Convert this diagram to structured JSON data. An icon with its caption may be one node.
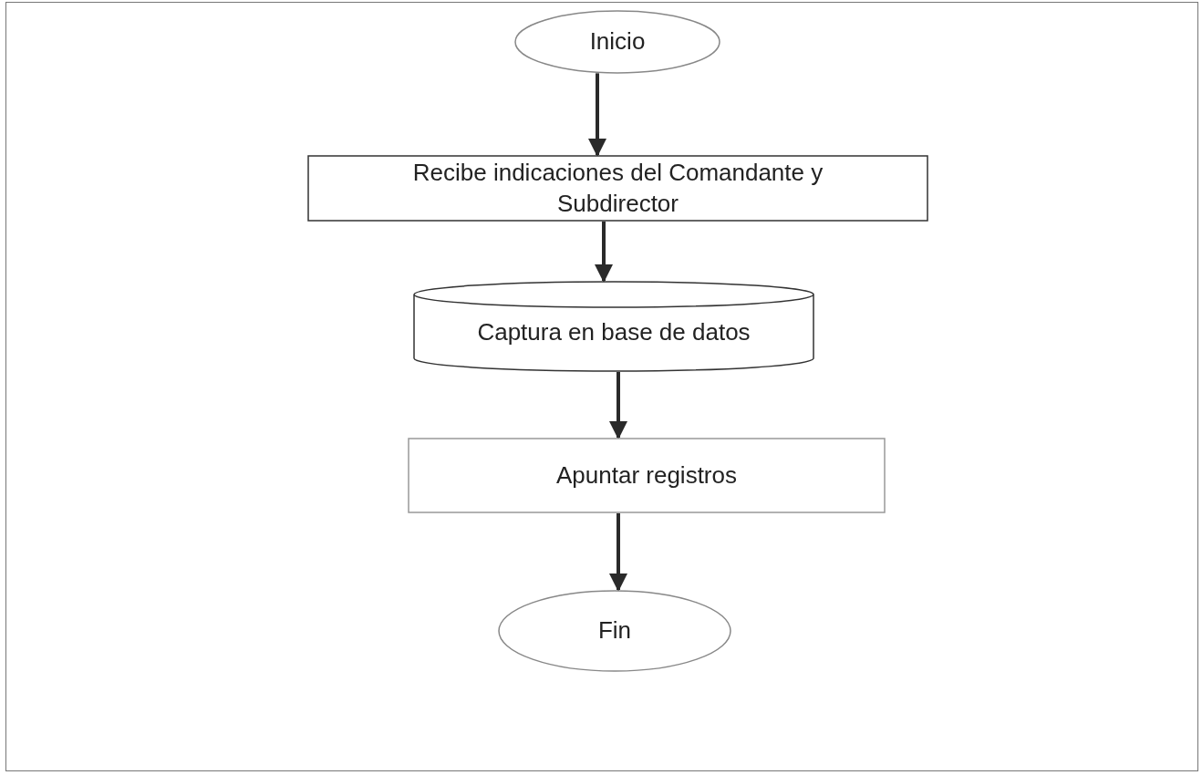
{
  "diagram": {
    "nodes": [
      {
        "text": [
          "Inicio"
        ]
      },
      {
        "text": [
          "Recibe indicaciones del Comandante y Subdirector"
        ]
      },
      {
        "text": [
          "Captura en base de datos"
        ]
      },
      {
        "text": [
          "Apuntar registros"
        ]
      },
      {
        "text": [
          "Fin"
        ]
      }
    ],
    "edges": [
      {
        "from": 0,
        "to": 1,
        "arrow": "to"
      },
      {
        "from": 1,
        "to": 2,
        "arrow": "to"
      },
      {
        "from": 2,
        "to": 3,
        "arrow": "to"
      },
      {
        "from": 3,
        "to": 4,
        "arrow": "to"
      }
    ]
  }
}
